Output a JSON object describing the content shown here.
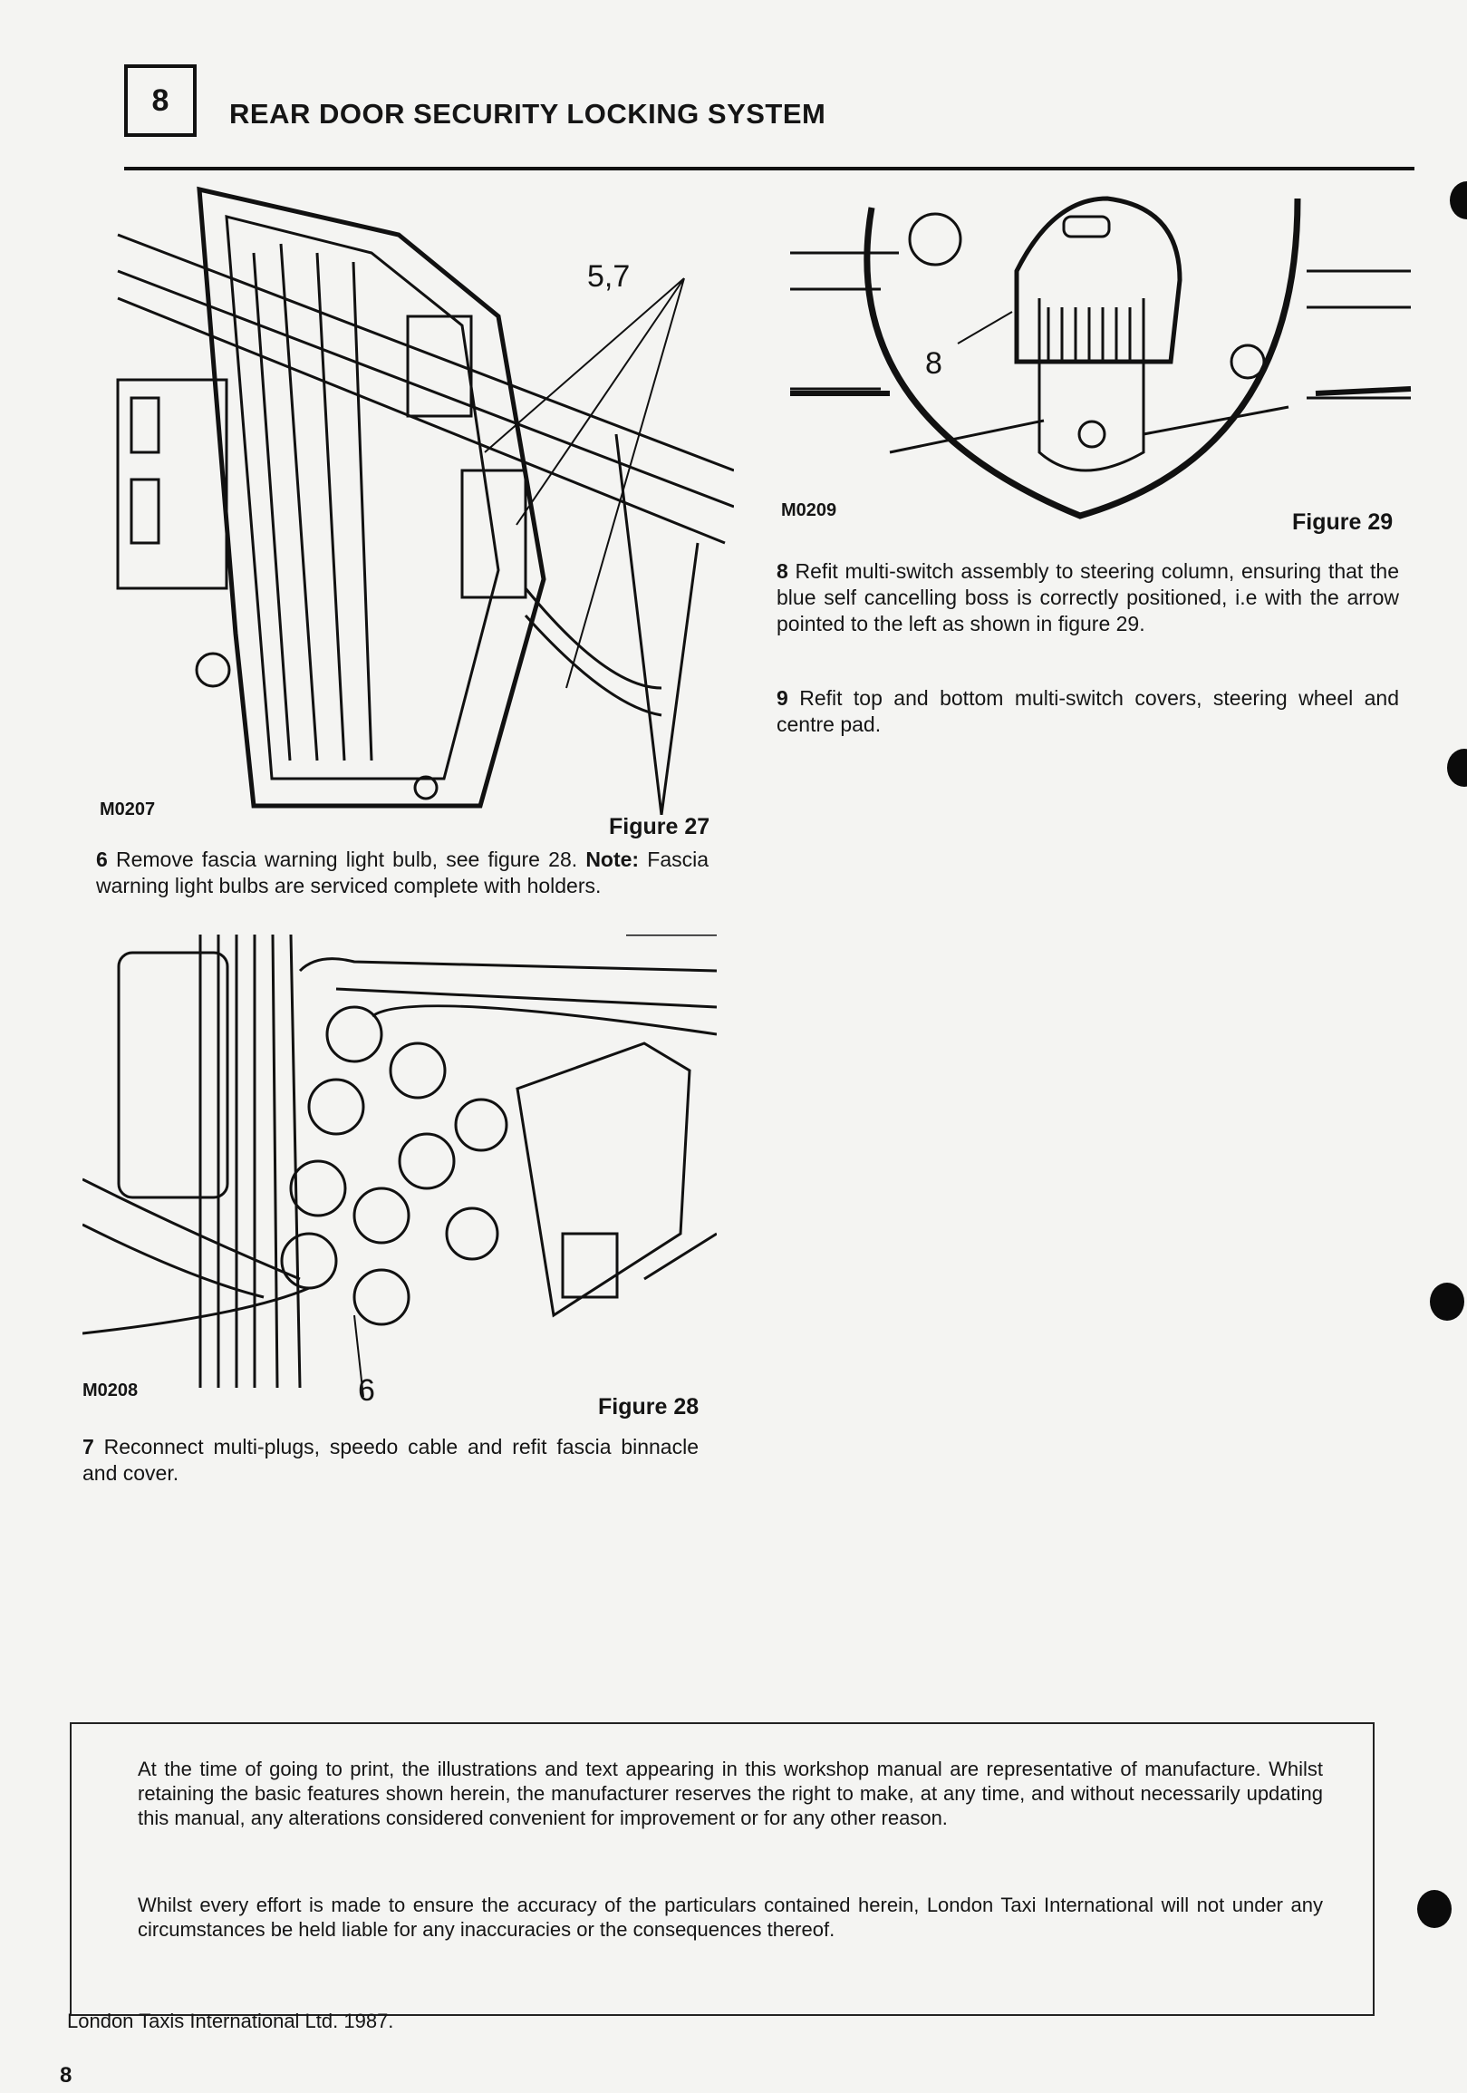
{
  "header": {
    "section_number": "8",
    "title": "REAR DOOR SECURITY LOCKING SYSTEM"
  },
  "figure27": {
    "code": "M0207",
    "label": "Figure 27",
    "callout": "5,7"
  },
  "figure28": {
    "code": "M0208",
    "label": "Figure 28",
    "callout": "6"
  },
  "figure29": {
    "code": "M0209",
    "label": "Figure 29",
    "callout": "8"
  },
  "steps": {
    "step6": {
      "num": "6",
      "text": "Remove fascia warning light bulb, see figure 28.",
      "note_label": "Note:",
      "note_text": "Fascia warning light bulbs are serviced complete with holders."
    },
    "step7": {
      "num": "7",
      "text": "Reconnect multi-plugs, speedo cable and refit fascia binnacle and cover."
    },
    "step8": {
      "num": "8",
      "text": "Refit multi-switch assembly to steering column, ensuring that the blue self cancelling boss is correctly positioned, i.e with the arrow pointed to the left as shown in figure 29."
    },
    "step9": {
      "num": "9",
      "text": "Refit top and bottom multi-switch covers, steering wheel and centre pad."
    }
  },
  "disclaimer": {
    "p1": "At the time of going to print, the illustrations and text appearing in this workshop manual are representative of manufacture. Whilst retaining the basic features shown herein, the manufacturer reserves the right to make, at any time, and without necessarily updating this manual, any alterations considered convenient for improvement or for any other reason.",
    "p2": "Whilst every effort is made to ensure the accuracy of the particulars contained herein, London Taxi International will not under any circumstances be held liable for any inaccuracies or the consequences thereof."
  },
  "footer": {
    "copyright": "London Taxis International Ltd. 1987.",
    "page_number": "8"
  }
}
